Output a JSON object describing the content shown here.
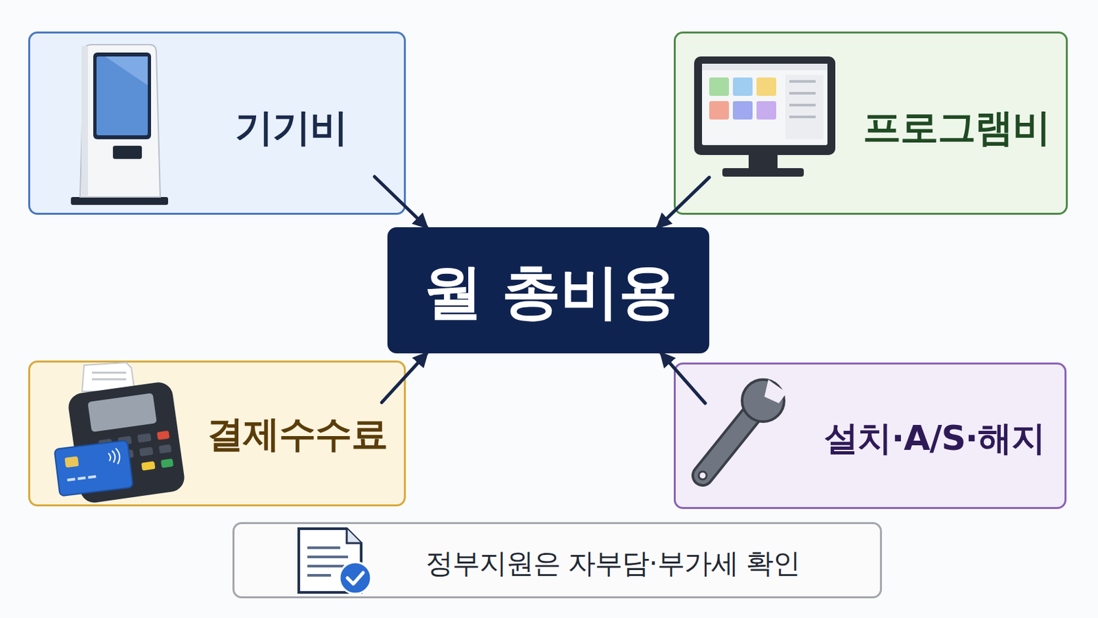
{
  "diagram": {
    "nodes": [
      {
        "text": [
          "기기비"
        ]
      },
      {
        "text": [
          "프로그램비"
        ]
      },
      {
        "text": [
          "월 총비용"
        ]
      },
      {
        "text": [
          "결제수수료"
        ]
      },
      {
        "text": [
          "설치·A/S·해지"
        ]
      },
      {
        "text": [
          "정부지원은 자부담·부가세 확인"
        ]
      }
    ],
    "edges": [
      {
        "from": 0,
        "to": 2,
        "arrow": "to"
      },
      {
        "from": 1,
        "to": 2,
        "arrow": "to"
      },
      {
        "from": 3,
        "to": 2,
        "arrow": "to"
      },
      {
        "from": 4,
        "to": 2,
        "arrow": "to"
      }
    ]
  }
}
